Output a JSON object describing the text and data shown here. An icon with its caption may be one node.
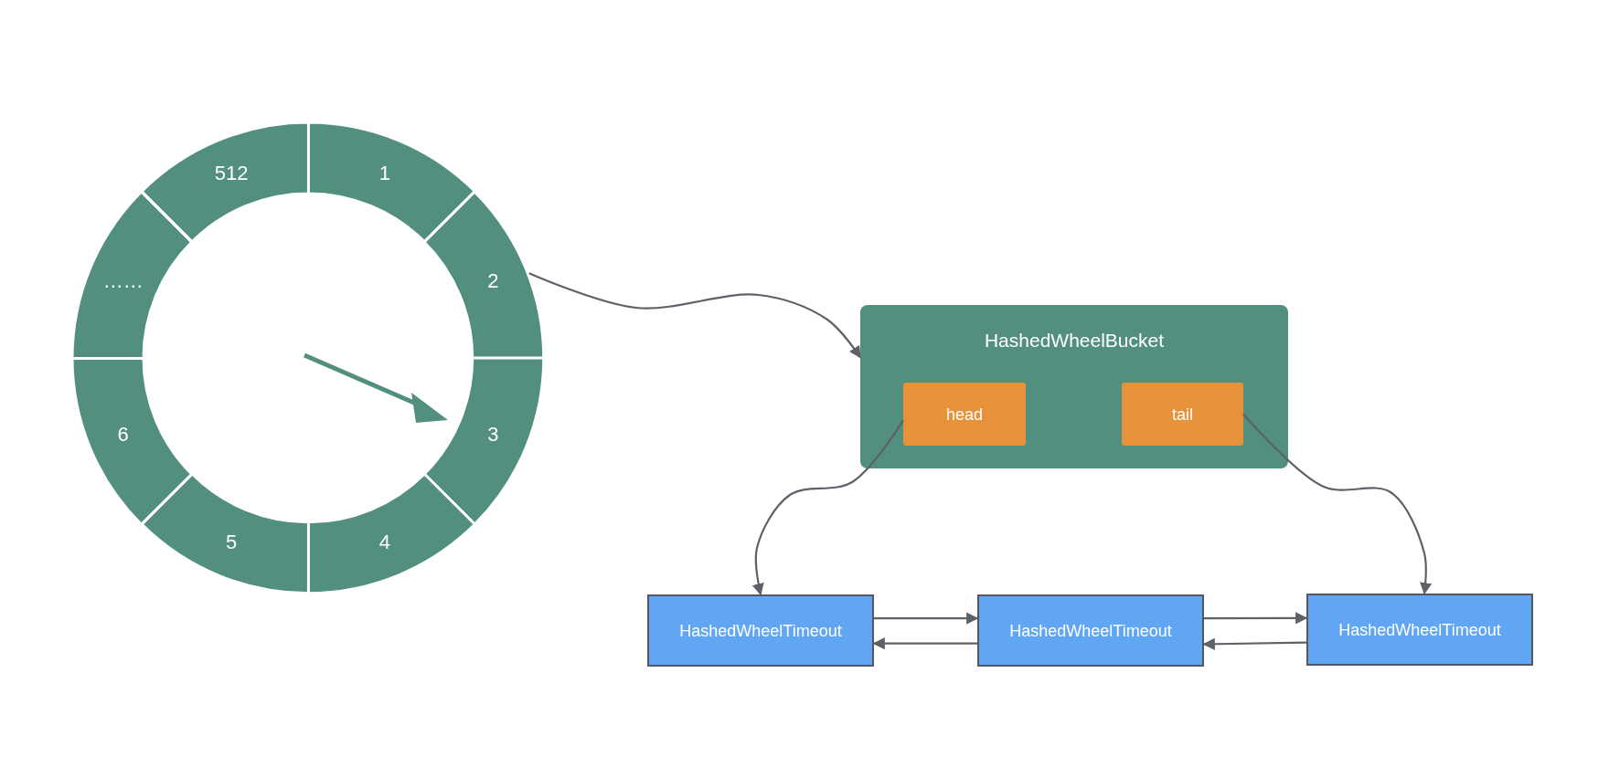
{
  "diagram": {
    "nodes": [
      {
        "text": [
          "1"
        ]
      },
      {
        "text": [
          "2"
        ]
      },
      {
        "text": [
          "3"
        ]
      },
      {
        "text": [
          "4"
        ]
      },
      {
        "text": [
          "5"
        ]
      },
      {
        "text": [
          "6"
        ]
      },
      {
        "text": [
          "……"
        ]
      },
      {
        "text": [
          "512"
        ]
      },
      {
        "text": [
          "HashedWheelBucket"
        ]
      },
      {
        "text": [
          "head"
        ],
        "in": 8
      },
      {
        "text": [
          "tail"
        ],
        "in": 8
      },
      {
        "text": [
          "HashedWheelTimeout"
        ]
      },
      {
        "text": [
          "HashedWheelTimeout"
        ]
      },
      {
        "text": [
          "HashedWheelTimeout"
        ]
      }
    ],
    "edges": [
      {
        "from": 1,
        "to": 8,
        "arrow": "to"
      },
      {
        "from": 9,
        "to": 11,
        "arrow": "to"
      },
      {
        "from": 10,
        "to": 13,
        "arrow": "to"
      },
      {
        "from": 11,
        "to": 12,
        "arrow": "to"
      },
      {
        "from": 12,
        "to": 11,
        "arrow": "to"
      },
      {
        "from": 12,
        "to": 13,
        "arrow": "to"
      },
      {
        "from": 13,
        "to": 12,
        "arrow": "to"
      }
    ]
  }
}
